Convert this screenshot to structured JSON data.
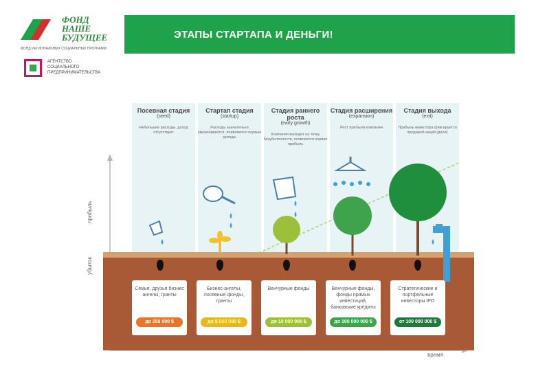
{
  "header": {
    "logo_text_1": "ФОНД",
    "logo_text_2": "НАШЕ",
    "logo_text_3": "БУДУЩЕЕ",
    "logo_sub": "ФОНД РЕГИОНАЛЬНЫХ СОЦИАЛЬНЫХ ПРОГРАММ",
    "agency_1": "АГЕНТСТВО",
    "agency_2": "СОЦИАЛЬНОГО",
    "agency_3": "ПРЕДПРИНИМАТЕЛЬСТВА",
    "title": "ЭТАПЫ СТАРТАПА И ДЕНЬГИ!"
  },
  "axes": {
    "y_positive": "прибыль",
    "y_negative": "убыток",
    "x": "время"
  },
  "stages": [
    {
      "name": "Посевная стадия",
      "en": "(seed)",
      "desc": "Небольшие расходы, доход отсутствует",
      "investors": "Семья, друзья бизнес ангелы, гранты",
      "amount": "250 000 $",
      "prefix": "до",
      "color": "#e8742a"
    },
    {
      "name": "Стартап стадия",
      "en": "(startup)",
      "desc": "Расходы значительно увеличиваются, появляются первые доходы",
      "investors": "Бизнес-ангелы, посевные фонды, гранты",
      "amount": "5 000 000 $",
      "prefix": "до",
      "color": "#e8b91f"
    },
    {
      "name": "Стадия раннего роста",
      "en": "(early growth)",
      "desc": "Компания выходит на точку безубыточности, появляется первая прибыль",
      "investors": "Венчурные фонды",
      "amount": "10 000 000 $",
      "prefix": "до",
      "color": "#9dc03a"
    },
    {
      "name": "Стадия расширения",
      "en": "(expansion)",
      "desc": "Рост прибыли компании",
      "investors": "Венчурные фонды, фонды прямых инвестиций, банковские кредиты",
      "amount": "100 000 000 $",
      "prefix": "до",
      "color": "#3fa34d"
    },
    {
      "name": "Стадия выхода",
      "en": "(exit)",
      "desc": "Прибыль инвестора фиксируется продажей акций (доли)",
      "investors": "Стратегические и портфельные инвесторы IPO",
      "amount": "100 000 000 $",
      "prefix": "от",
      "color": "#1f7a3a"
    }
  ],
  "colors": {
    "brand_green": "#1fa34a",
    "soil": "#a85a36"
  }
}
